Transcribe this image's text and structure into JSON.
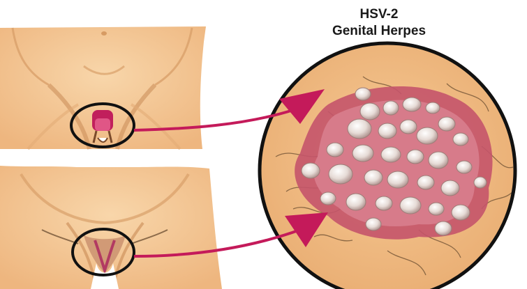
{
  "title": {
    "line1": "HSV-2",
    "line2": "Genital Herpes"
  },
  "colors": {
    "skin": "#f3c694",
    "skin_shadow": "#d99c63",
    "skin_dark": "#c98a55",
    "outline": "#111111",
    "arrow": "#c41a5a",
    "lesion_red": "#b8475f",
    "lesion_pink": "#d9788a",
    "blister": "#eae2de",
    "blister_shadow": "#a98c88",
    "hair": "#7a5a3a"
  },
  "icons": [
    "male-pelvis-figure",
    "female-pelvis-figure",
    "magnifier-circle",
    "arrow-icon"
  ]
}
